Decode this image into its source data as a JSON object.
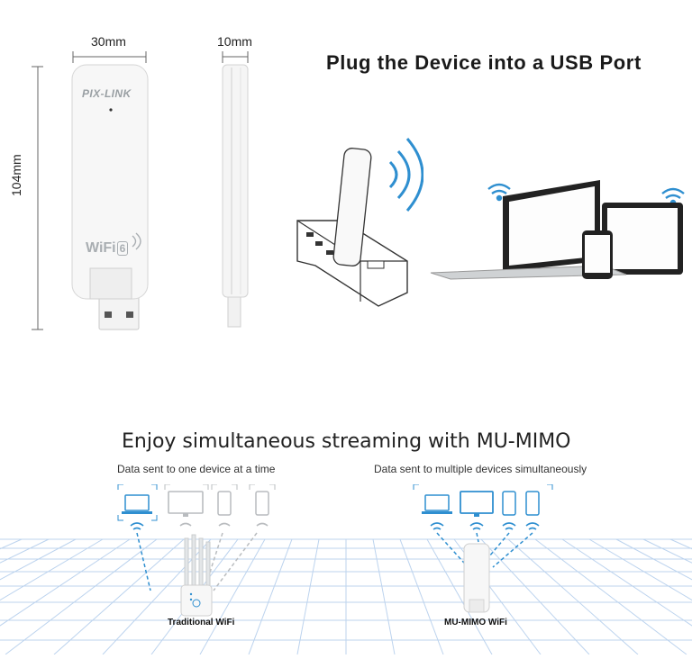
{
  "dimensions": {
    "width_label": "30mm",
    "depth_label": "10mm",
    "height_label": "104mm"
  },
  "device": {
    "brand": "PIX-LINK",
    "wifi_badge_text": "WiFi",
    "wifi_badge_number": "6"
  },
  "headline": "Plug the Device into a USB Port",
  "mimo": {
    "title": "Enjoy simultaneous streaming with MU-MIMO",
    "left_caption": "Data sent to one device at a time",
    "right_caption": "Data sent to multiple devices simultaneously",
    "left_label": "Traditional WiFi",
    "right_label": "MU-MIMO WiFi"
  },
  "colors": {
    "wifi_blue": "#2f8fd0",
    "device_gray": "#dcdfe2",
    "grid_blue": "#bcd3ee",
    "inactive_gray": "#b9bcbf"
  }
}
